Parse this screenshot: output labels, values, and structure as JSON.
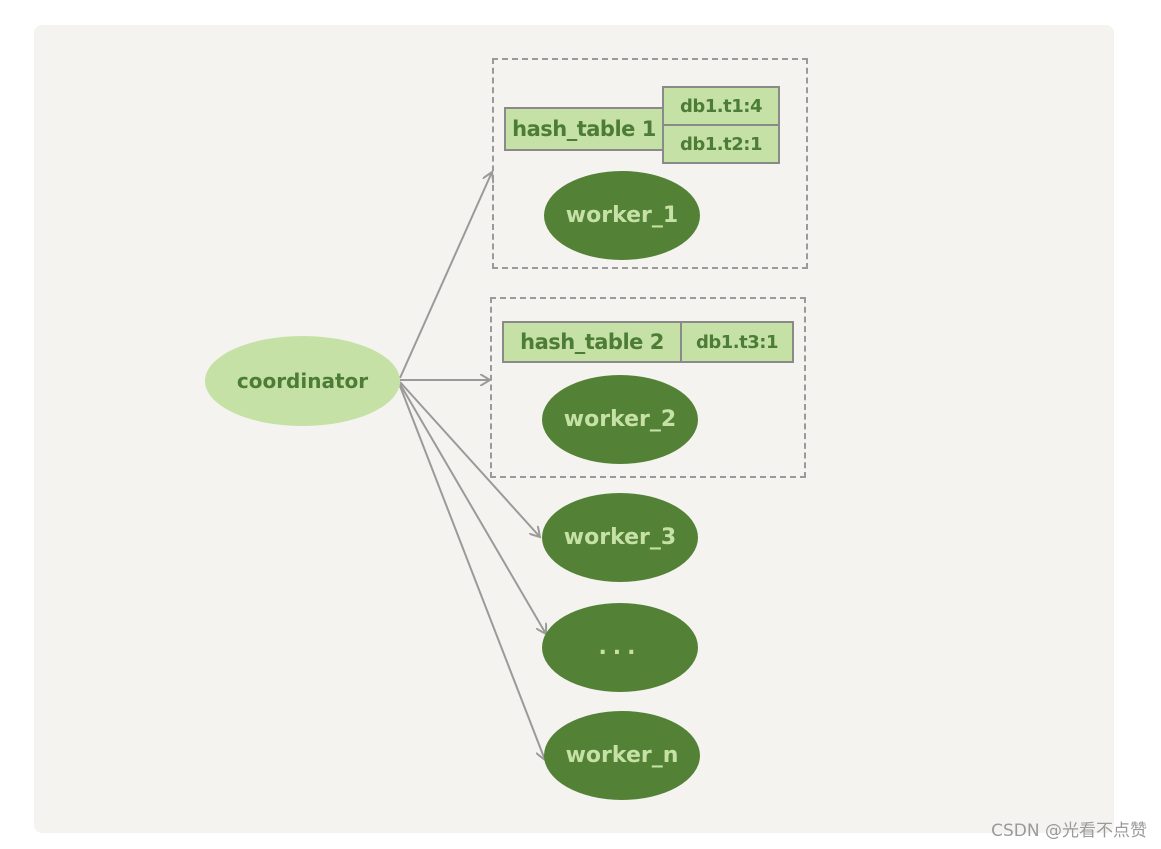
{
  "diagram": {
    "coordinator": {
      "label": "coordinator"
    },
    "group1": {
      "hash_table": "hash_table 1",
      "entries": [
        "db1.t1:4",
        "db1.t2:1"
      ],
      "worker": "worker_1"
    },
    "group2": {
      "hash_table": "hash_table 2",
      "entries": [
        "db1.t3:1"
      ],
      "worker": "worker_2"
    },
    "workers": [
      "worker_3",
      "...",
      "worker_n"
    ]
  },
  "colors": {
    "worker_fill": "#538135",
    "worker_text": "#c5e1a5",
    "coordinator_fill": "#c5e1a5",
    "table_fill": "#c5e1a5",
    "arrow": "#9a9a9a",
    "background": "#f4f3ef"
  },
  "watermark": "CSDN @光看不点赞"
}
